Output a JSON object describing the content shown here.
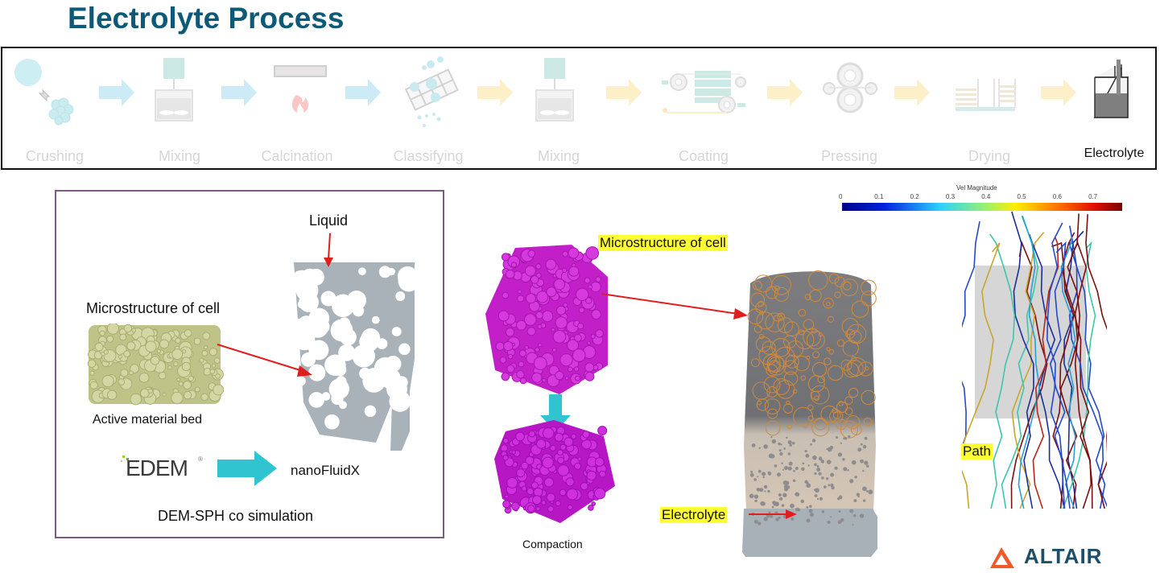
{
  "title": "Electrolyte Process",
  "process_steps": [
    {
      "label": "Crushing",
      "icon": "crushing-icon",
      "active": false
    },
    {
      "label": "Mixing",
      "icon": "mixer-icon",
      "active": false
    },
    {
      "label": "Calcination",
      "icon": "furnace-flame-icon",
      "active": false
    },
    {
      "label": "Classifying",
      "icon": "sieve-icon",
      "active": false
    },
    {
      "label": "Mixing",
      "icon": "mixer-icon",
      "active": false
    },
    {
      "label": "Coating",
      "icon": "coating-rollers-icon",
      "active": false
    },
    {
      "label": "Pressing",
      "icon": "press-rollers-icon",
      "active": false
    },
    {
      "label": "Drying",
      "icon": "drying-rack-icon",
      "active": false
    },
    {
      "label": "Electrolyte",
      "icon": "electrolyte-container-icon",
      "active": true
    }
  ],
  "colors": {
    "title": "#0d5a78",
    "arrow_blue": "#cdeaf7",
    "arrow_yellow": "#fdf0c8",
    "teal_arrow": "#2fc4cf",
    "panel_border": "#7b5a84",
    "highlight": "#ffff33",
    "red_arrow": "#e01e1e",
    "particles_magenta": "#cc1fd2",
    "particles_olive": "#c4c78e",
    "altair_orange": "#f05a28",
    "altair_text": "#1d4f6a"
  },
  "dem_panel": {
    "liquid_label": "Liquid",
    "microstructure_label": "Microstructure of cell",
    "bed_label": "Active material bed",
    "edem_logo": "EDEM",
    "edem_reg": "®",
    "target_label": "nanoFluidX",
    "caption": "DEM-SPH co simulation"
  },
  "middle": {
    "microstructure_label": "Microstructure of cell",
    "compaction_label": "Compaction",
    "electrolyte_label": "Electrolyte"
  },
  "right": {
    "colorbar_title": "Vel Magnitude",
    "colorbar_ticks": [
      "0",
      "0.1",
      "0.2",
      "0.3",
      "0.4",
      "0.5",
      "0.6",
      "0.7"
    ],
    "path_label": "Path",
    "logo_text": "ALTAIR"
  }
}
